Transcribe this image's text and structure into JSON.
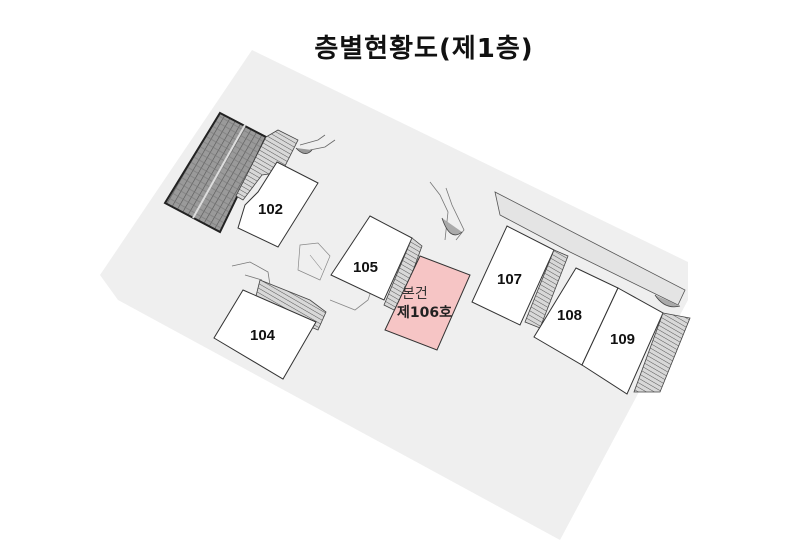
{
  "title": "층별현황도(제1층)",
  "colors": {
    "site": "#efefef",
    "unit_fill": "#ffffff",
    "subject_fill": "#f6c5c5",
    "outline": "#333333",
    "detail": "#888888"
  },
  "units": [
    {
      "id": "102",
      "label": "102"
    },
    {
      "id": "104",
      "label": "104"
    },
    {
      "id": "105",
      "label": "105"
    },
    {
      "id": "106",
      "label_line1": "본건",
      "label_line2": "제106호",
      "highlighted": true
    },
    {
      "id": "107",
      "label": "107"
    },
    {
      "id": "108",
      "label": "108"
    },
    {
      "id": "109",
      "label": "109"
    }
  ]
}
